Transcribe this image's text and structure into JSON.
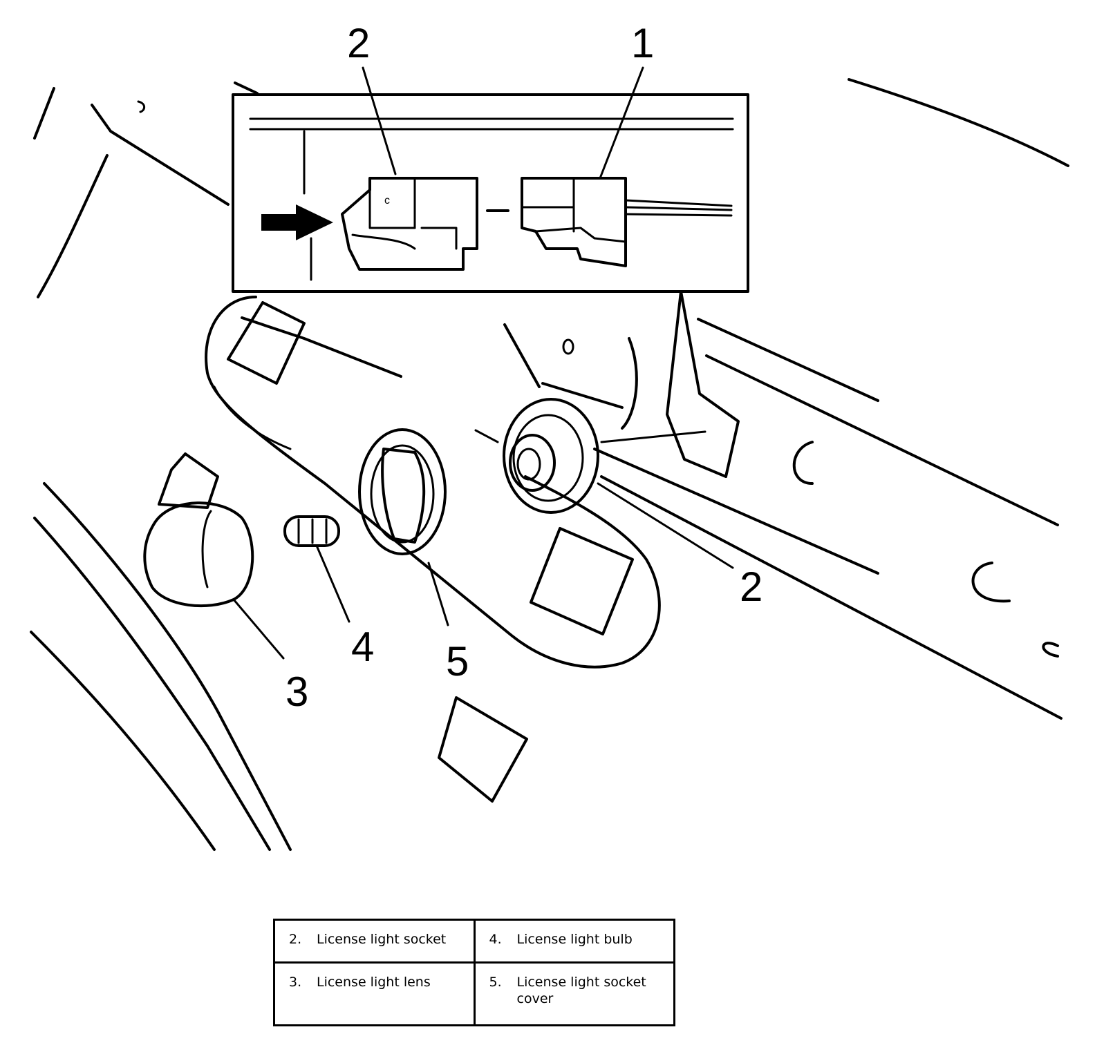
{
  "callouts": {
    "c1": "1",
    "c2_inset": "2",
    "c2_main": "2",
    "c3": "3",
    "c4": "4",
    "c5": "5"
  },
  "legend": [
    {
      "number": "2.",
      "label": "License light socket"
    },
    {
      "number": "4.",
      "label": "License light bulb"
    },
    {
      "number": "3.",
      "label": "License light lens"
    },
    {
      "number": "5.",
      "label": "License light socket cover"
    }
  ],
  "colors": {
    "line": "#000000",
    "background": "#ffffff"
  }
}
